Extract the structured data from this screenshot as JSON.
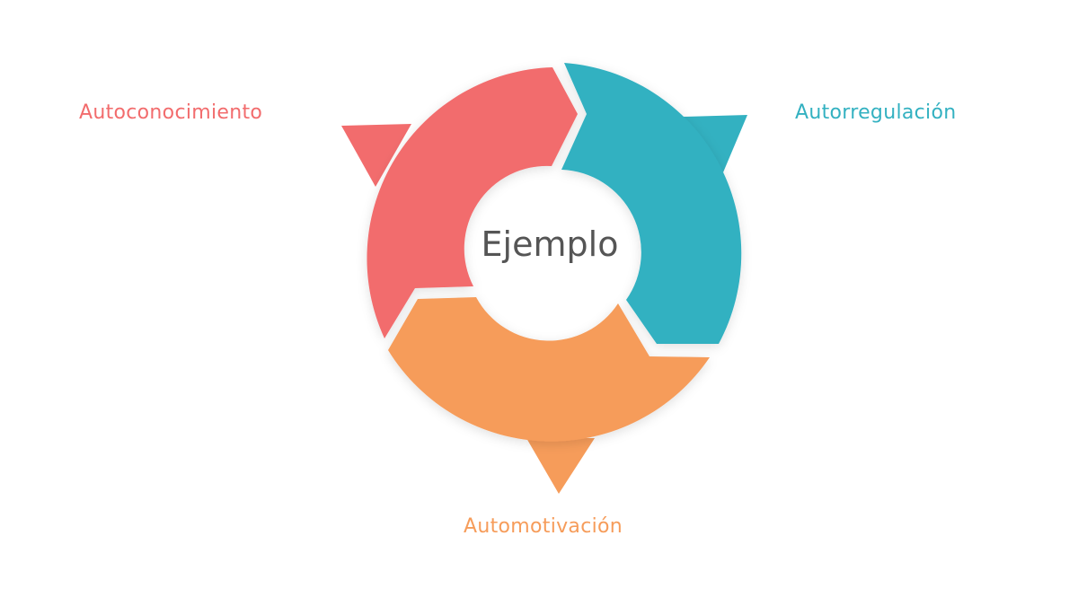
{
  "center": {
    "text": "Ejemplo"
  },
  "segments": [
    {
      "id": "red",
      "label": "Autoconocimiento",
      "color": "#F26C6D"
    },
    {
      "id": "teal",
      "label": "Autorregulación",
      "color": "#33B1C1"
    },
    {
      "id": "orange",
      "label": "Automotivación",
      "color": "#F69C5A"
    }
  ],
  "colors": {
    "center_text": "#555555",
    "background": "#ffffff"
  }
}
